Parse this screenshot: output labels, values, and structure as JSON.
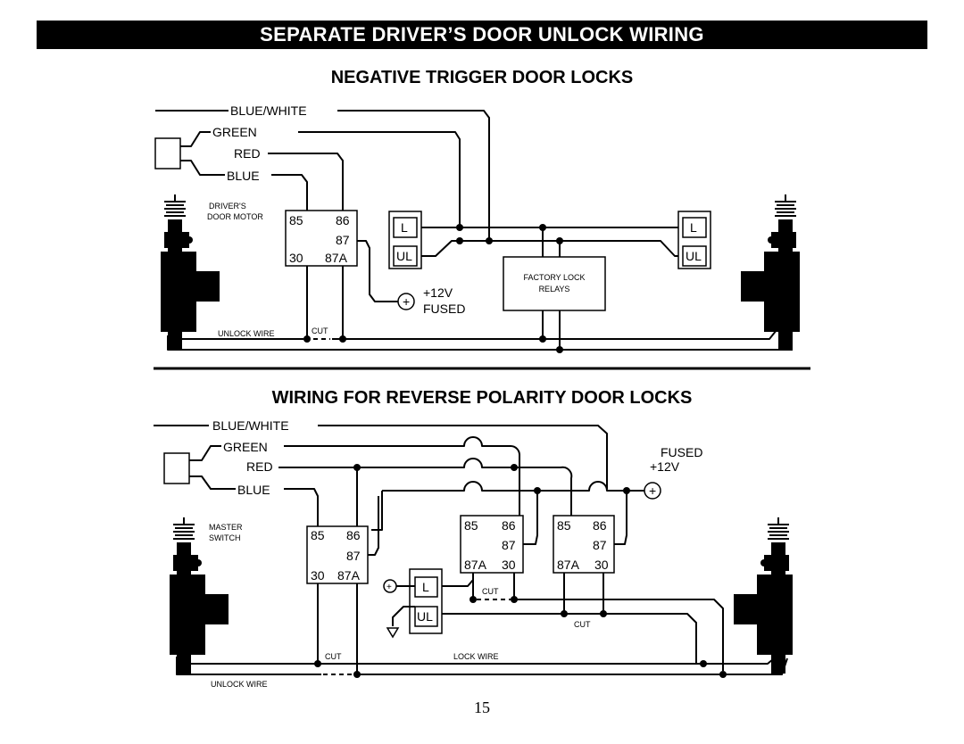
{
  "header": {
    "title": "SEPARATE DRIVER’S DOOR UNLOCK WIRING"
  },
  "top": {
    "heading": "NEGATIVE TRIGGER DOOR LOCKS",
    "wires": {
      "blue_white": "BLUE/WHITE",
      "green": "GREEN",
      "red": "RED",
      "blue": "BLUE"
    },
    "motor_label_line1": "DRIVER'S",
    "motor_label_line2": "DOOR MOTOR",
    "relay": {
      "p85": "85",
      "p86": "86",
      "p87": "87",
      "p30": "30",
      "p87a": "87A"
    },
    "switch_left": {
      "l": "L",
      "ul": "UL"
    },
    "switch_right": {
      "l": "L",
      "ul": "UL"
    },
    "factory_line1": "FACTORY LOCK",
    "factory_line2": "RELAYS",
    "power_line1": "+12V",
    "power_line2": "FUSED",
    "plus": "+",
    "unlock_wire": "UNLOCK WIRE",
    "cut": "CUT"
  },
  "bottom": {
    "heading": "WIRING FOR REVERSE POLARITY DOOR LOCKS",
    "wires": {
      "blue_white": "BLUE/WHITE",
      "green": "GREEN",
      "red": "RED",
      "blue": "BLUE"
    },
    "master_line1": "MASTER",
    "master_line2": "SWITCH",
    "relay1": {
      "p85": "85",
      "p86": "86",
      "p87": "87",
      "p30": "30",
      "p87a": "87A"
    },
    "relay2": {
      "p85": "85",
      "p86": "86",
      "p87": "87",
      "p30": "30",
      "p87a": "87A"
    },
    "relay3": {
      "p85": "85",
      "p86": "86",
      "p87": "87",
      "p30": "30",
      "p87a": "87A"
    },
    "switch": {
      "l": "L",
      "ul": "UL"
    },
    "fused_line1": "FUSED",
    "fused_line2": "+12V",
    "plus": "+",
    "cut1": "CUT",
    "cut2": "CUT",
    "cut3": "CUT",
    "lock_wire": "LOCK WIRE",
    "unlock_wire": "UNLOCK WIRE"
  },
  "footer": {
    "page_number": "15"
  }
}
